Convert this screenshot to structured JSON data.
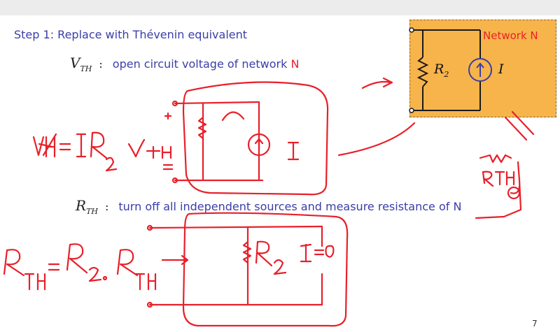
{
  "slide": {
    "step_title": "Step 1: Replace with Thévenin equivalent",
    "vth": {
      "symbol": "V",
      "subscript": "TH",
      "colon": ":",
      "text": "open circuit voltage of network ",
      "network_letter": "N"
    },
    "rth": {
      "symbol": "R",
      "subscript": "TH",
      "colon": ":",
      "text": "turn off all independent sources and measure resistance of N"
    },
    "network": {
      "label": "Network N",
      "resistor_label": "R",
      "resistor_sub": "2",
      "source_label": "I"
    },
    "page_number": "7"
  },
  "colors": {
    "text_blue": "#3b3ea8",
    "ink_red": "#e8202a",
    "network_fill": "#f7b44a"
  },
  "icons": [
    "resistor-icon",
    "current-source-icon"
  ]
}
